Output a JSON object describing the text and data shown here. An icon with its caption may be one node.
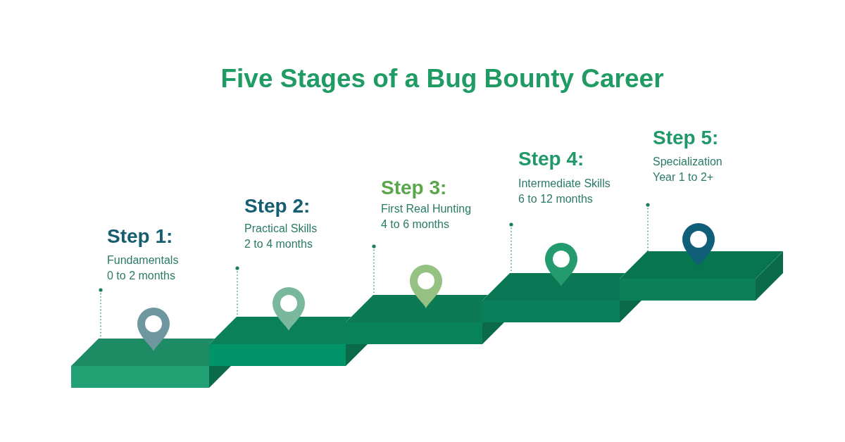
{
  "diagram": {
    "title": "Five Stages of a Bug Bounty Career",
    "nodes": [
      {
        "text": [
          "Step 1:",
          "Fundamentals",
          "0 to 2 months"
        ]
      },
      {
        "text": [
          "Step 2:",
          "Practical Skills",
          "2 to 4 months"
        ]
      },
      {
        "text": [
          "Step 3:",
          "First Real Hunting",
          "4 to 6 months"
        ]
      },
      {
        "text": [
          "Step 4:",
          "Intermediate Skills",
          "6 to 12 months"
        ]
      },
      {
        "text": [
          "Step 5:",
          "Specialization",
          "Year 1 to 2+"
        ]
      },
      {
        "text": [],
        "shape": "box"
      },
      {
        "text": [],
        "shape": "box"
      },
      {
        "text": [],
        "shape": "box"
      },
      {
        "text": [],
        "shape": "box"
      },
      {
        "text": [],
        "shape": "box"
      }
    ],
    "edges": [
      {
        "from": 0,
        "to": 5,
        "arrow": "other",
        "style": "dashed"
      },
      {
        "from": 1,
        "to": 6,
        "arrow": "other",
        "style": "dashed"
      },
      {
        "from": 2,
        "to": 7,
        "arrow": "other",
        "style": "dashed"
      },
      {
        "from": 3,
        "to": 8,
        "arrow": "other",
        "style": "dashed"
      },
      {
        "from": 4,
        "to": 9,
        "arrow": "other",
        "style": "dashed"
      }
    ]
  }
}
